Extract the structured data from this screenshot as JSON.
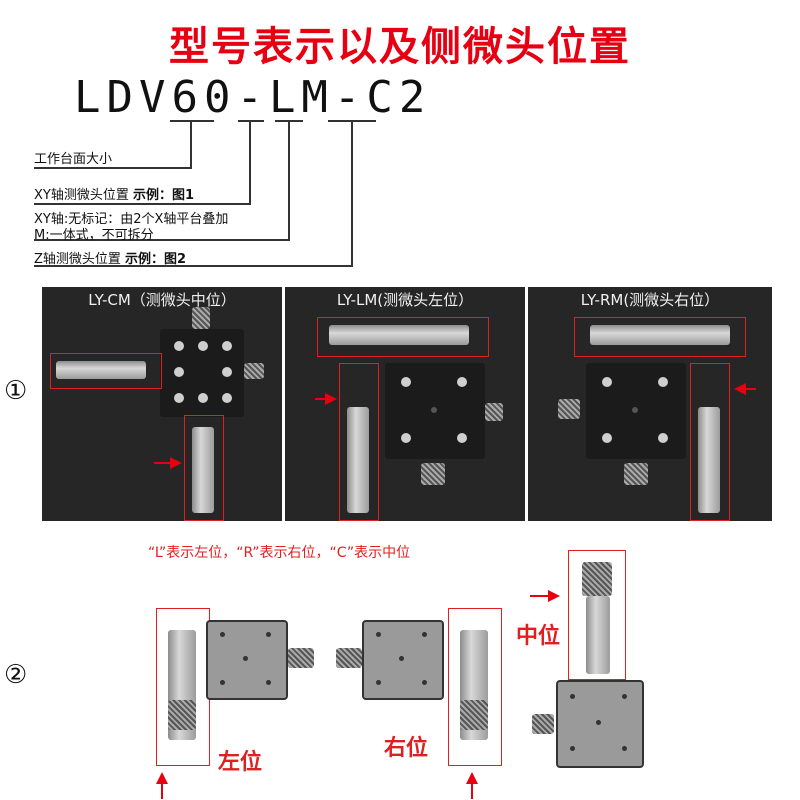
{
  "title": "型号表示以及侧微头位置",
  "model_code": "LDV60-LM-C2",
  "legend": {
    "item1": "工作台面大小",
    "item2_text": "XY轴测微头位置 ",
    "item2_example": "示例：图1",
    "item3_line1": "XY轴:无标记：由2个X轴平台叠加",
    "item3_line2": "M:一体式，不可拆分",
    "item4_text": "Z轴测微头位置 ",
    "item4_example": "示例：图2"
  },
  "figure1": {
    "number": "①",
    "panels": [
      {
        "caption": "LY-CM（测微头中位）"
      },
      {
        "caption": "LY-LM(测微头左位）"
      },
      {
        "caption": "LY-RM(测微头右位）"
      }
    ]
  },
  "figure2": {
    "number": "②",
    "note": "“L”表示左位，“R”表示右位，“C”表示中位",
    "label_left": "左位",
    "label_right": "右位",
    "label_center": "中位"
  },
  "colors": {
    "accent_red": "#e60012",
    "photo_bg": "#262626"
  }
}
